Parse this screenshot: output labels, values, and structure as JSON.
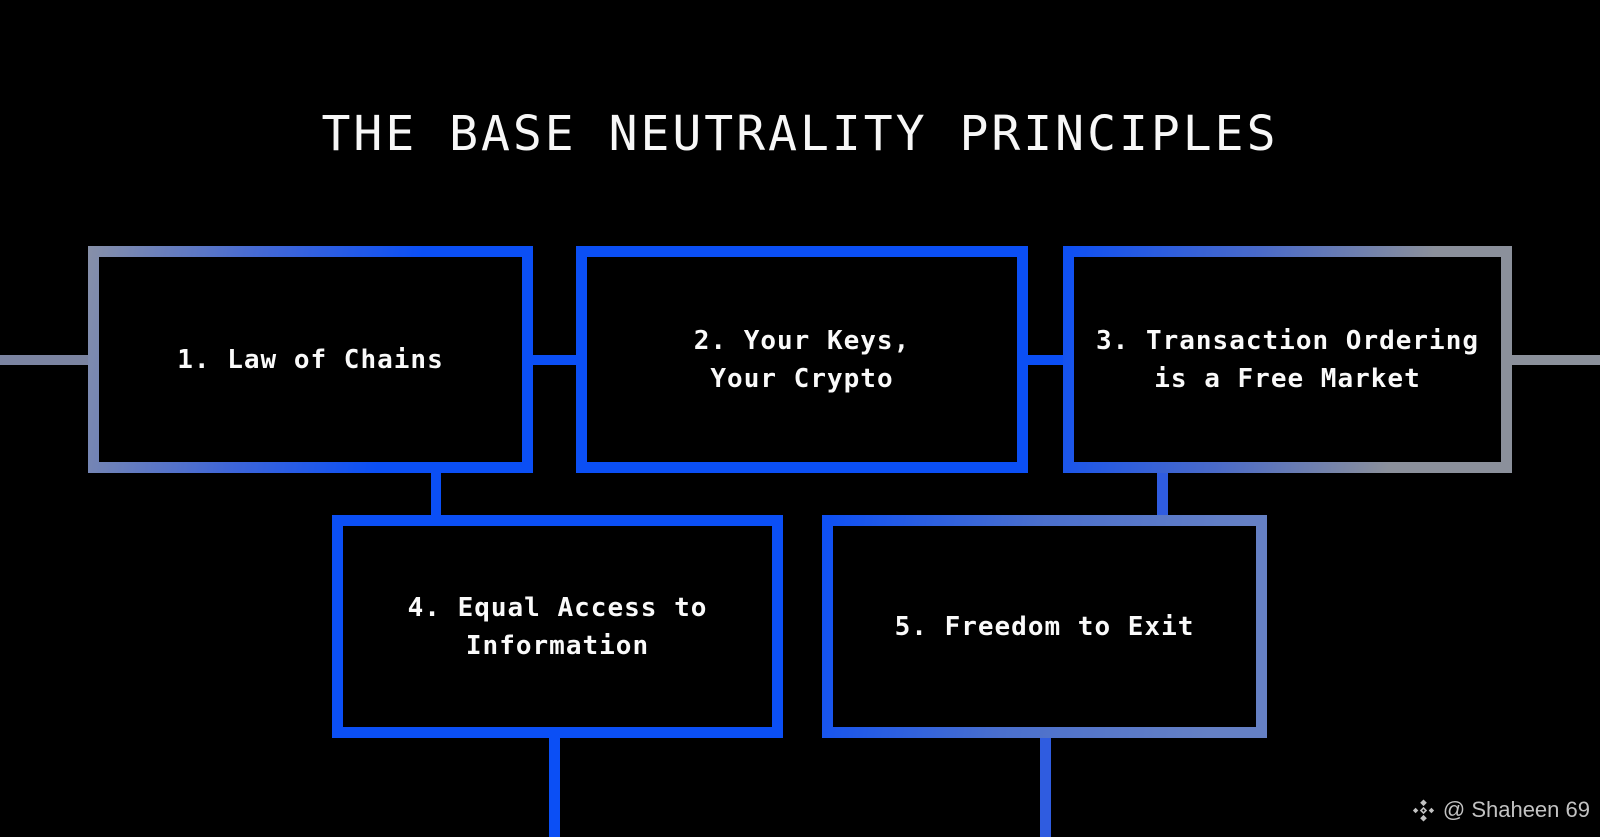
{
  "title": "THE BASE NEUTRALITY PRINCIPLES",
  "boxes": [
    {
      "id": 1,
      "line1": "1. Law of Chains",
      "line2": ""
    },
    {
      "id": 2,
      "line1": "2. Your Keys,",
      "line2": "Your Crypto"
    },
    {
      "id": 3,
      "line1": "3. Transaction Ordering",
      "line2": "is a Free Market"
    },
    {
      "id": 4,
      "line1": "4. Equal Access to",
      "line2": "Information"
    },
    {
      "id": 5,
      "line1": "5. Freedom to Exit",
      "line2": ""
    }
  ],
  "watermark": {
    "handle": "@ Shaheen 69",
    "icon": "binance-logo-icon"
  },
  "colors": {
    "background": "#000000",
    "accent_blue": "#0b4ff5",
    "slate_gray": "#7b84a1",
    "neutral_gray": "#8b909b",
    "periwinkle": "#6580c4",
    "text": "#fafafa",
    "watermark_gray": "#c2c2c2"
  }
}
